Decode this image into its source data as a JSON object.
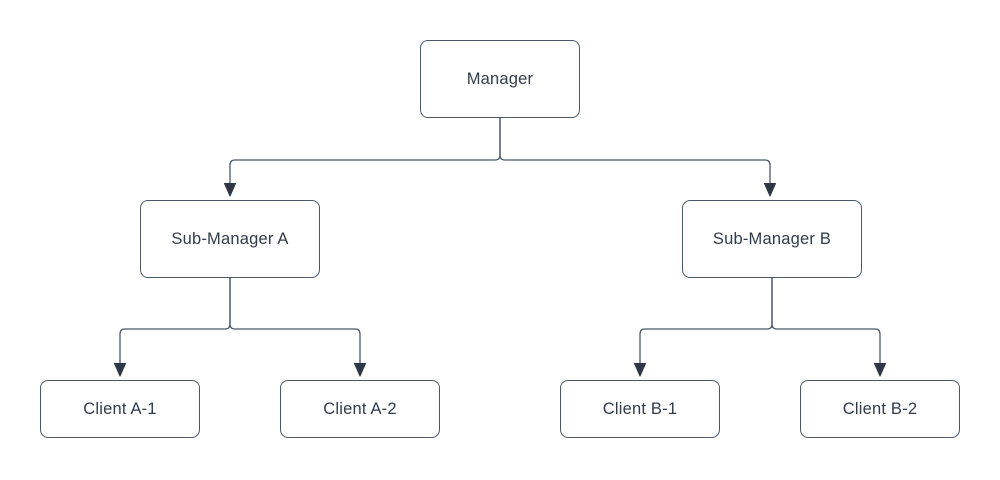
{
  "diagram": {
    "kind": "org-chart-tree",
    "nodes": [
      {
        "id": "manager",
        "label": "Manager"
      },
      {
        "id": "sub-manager-a",
        "label": "Sub-Manager A"
      },
      {
        "id": "sub-manager-b",
        "label": "Sub-Manager B"
      },
      {
        "id": "client-a-1",
        "label": "Client A-1"
      },
      {
        "id": "client-a-2",
        "label": "Client A-2"
      },
      {
        "id": "client-b-1",
        "label": "Client B-1"
      },
      {
        "id": "client-b-2",
        "label": "Client B-2"
      }
    ],
    "edges": [
      {
        "from": "manager",
        "to": "sub-manager-a"
      },
      {
        "from": "manager",
        "to": "sub-manager-b"
      },
      {
        "from": "sub-manager-a",
        "to": "client-a-1"
      },
      {
        "from": "sub-manager-a",
        "to": "client-a-2"
      },
      {
        "from": "sub-manager-b",
        "to": "client-b-1"
      },
      {
        "from": "sub-manager-b",
        "to": "client-b-2"
      }
    ],
    "colors": {
      "background": "#ffffff",
      "node_fill": "#ffffff",
      "node_border": "#4d5766",
      "text": "#333b4a",
      "connector": "#4d5766",
      "arrowhead": "#2f3747"
    }
  }
}
